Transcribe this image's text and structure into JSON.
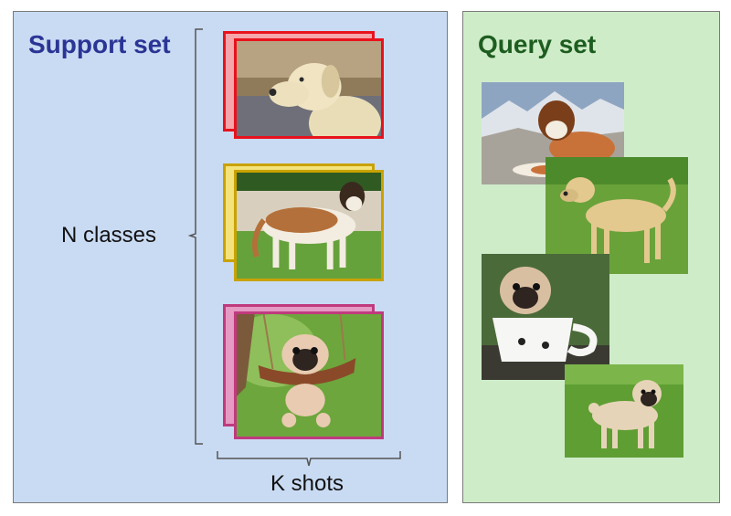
{
  "support": {
    "title": "Support set"
  },
  "query": {
    "title": "Query set"
  },
  "labels": {
    "n_classes": "N classes",
    "k_shots": "K shots"
  },
  "classes": [
    {
      "name": "labrador",
      "border_color": "#e8121c",
      "back_fill": "#f6a6aa"
    },
    {
      "name": "saint-bernard",
      "border_color": "#c9a200",
      "back_fill": "#f4e27a"
    },
    {
      "name": "pug",
      "border_color": "#c03a7e",
      "back_fill": "#e59bc3"
    }
  ],
  "colors": {
    "support_bg": "#c9dbf3",
    "query_bg": "#cfecc9",
    "support_title": "#2b3595",
    "query_title": "#1e5d20"
  }
}
